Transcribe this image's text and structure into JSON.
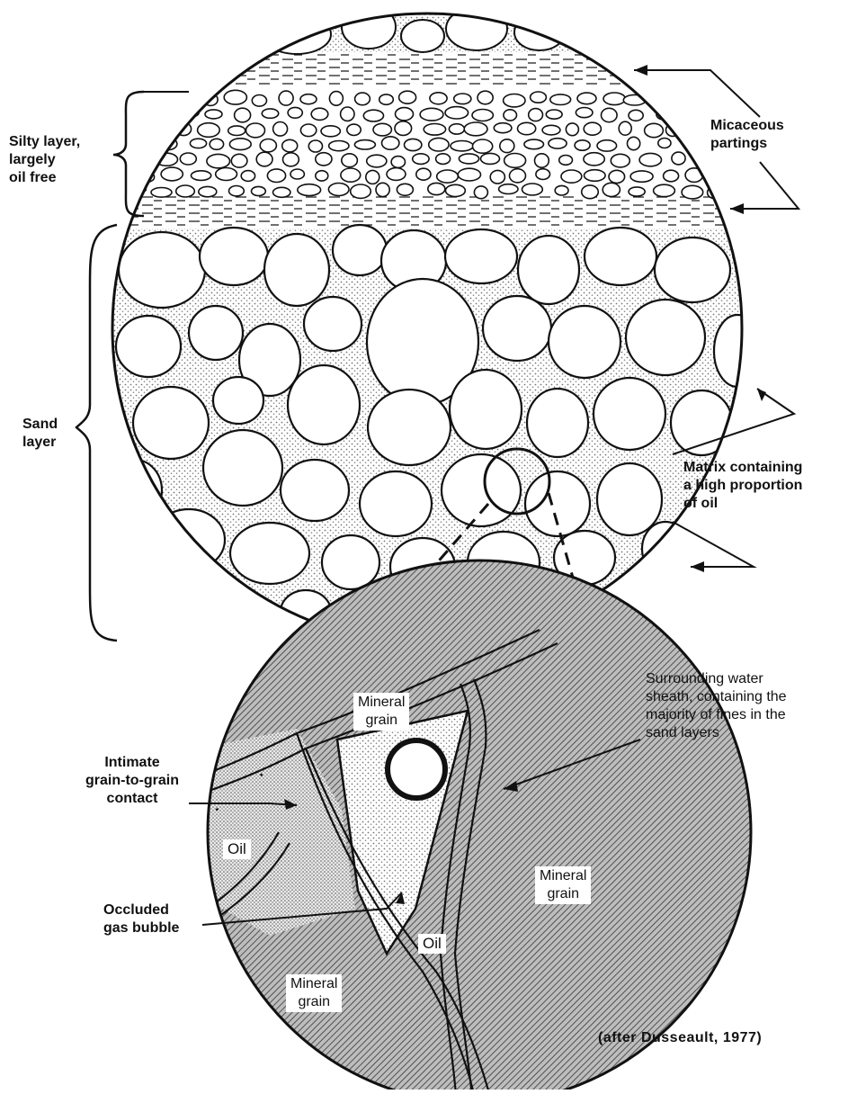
{
  "figure": {
    "labels": {
      "silty_layer": [
        "Silty layer,",
        "largely",
        "oil free"
      ],
      "micaceous_partings": [
        "Micaceous",
        "partings"
      ],
      "sand_layer": [
        "Sand",
        "layer"
      ],
      "matrix_oil": [
        "Matrix containing",
        "a high proportion",
        "of oil"
      ],
      "water_sheath": [
        "Surrounding water",
        "sheath, containing the",
        "majority of fines in the",
        "sand layers"
      ],
      "grain_contact": [
        "Intimate",
        "grain-to-grain",
        "contact"
      ],
      "gas_bubble": [
        "Occluded",
        "gas bubble"
      ],
      "mineral_grain_top": [
        "Mineral",
        "grain"
      ],
      "mineral_grain_right": [
        "Mineral",
        "grain"
      ],
      "mineral_grain_bottom": [
        "Mineral",
        "grain"
      ],
      "oil_left": "Oil",
      "oil_center": "Oil",
      "credit": "(after Dusseault, 1977)"
    },
    "colors": {
      "ink": "#111111",
      "paper": "#ffffff",
      "stipple": "#b9b9b9",
      "hatch": "#4a4a4a"
    }
  }
}
